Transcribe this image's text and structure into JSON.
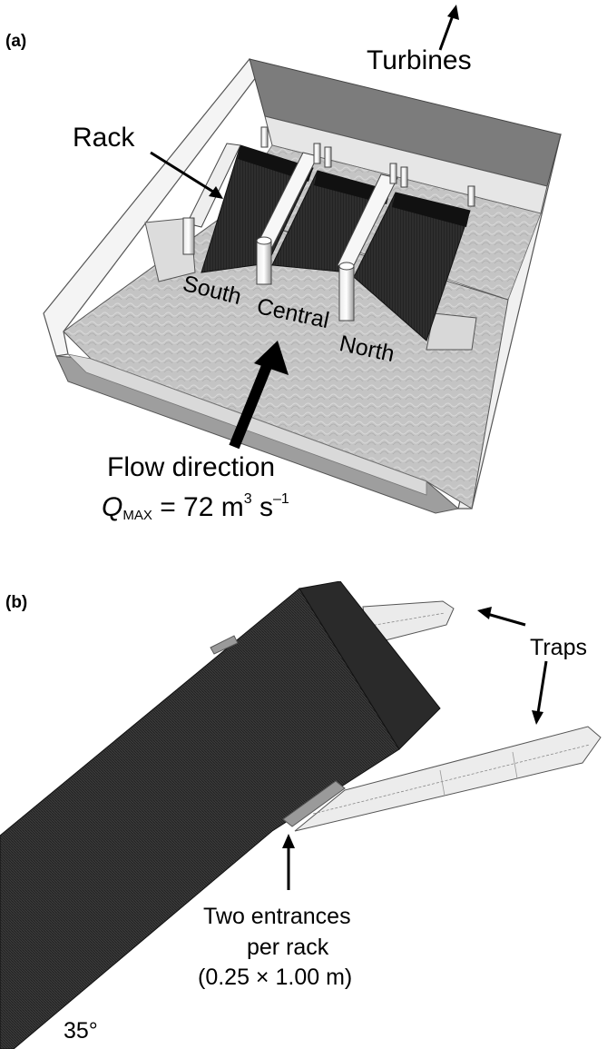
{
  "panel_a": {
    "letter": "(a)",
    "turbines": "Turbines",
    "rack": "Rack",
    "south": "South",
    "central": "Central",
    "north": "North",
    "flow_line1": "Flow direction",
    "q_symbol": "Q",
    "q_subscript": "MAX",
    "q_value_prefix": " = 72 m",
    "q_exp1": "3",
    "q_unit2": " s",
    "q_exp2": "–1"
  },
  "panel_b": {
    "letter": "(b)",
    "traps": "Traps",
    "entr_line1": "Two entrances",
    "entr_line2": "per rack",
    "entr_line3": "(0.25 × 1.00 m)",
    "angle": "35°"
  },
  "colors": {
    "rack_dark": "#2a2a2a",
    "water": "#bdbdbd",
    "wall": "#f2f2f2",
    "channel": "#7a7a7a"
  }
}
